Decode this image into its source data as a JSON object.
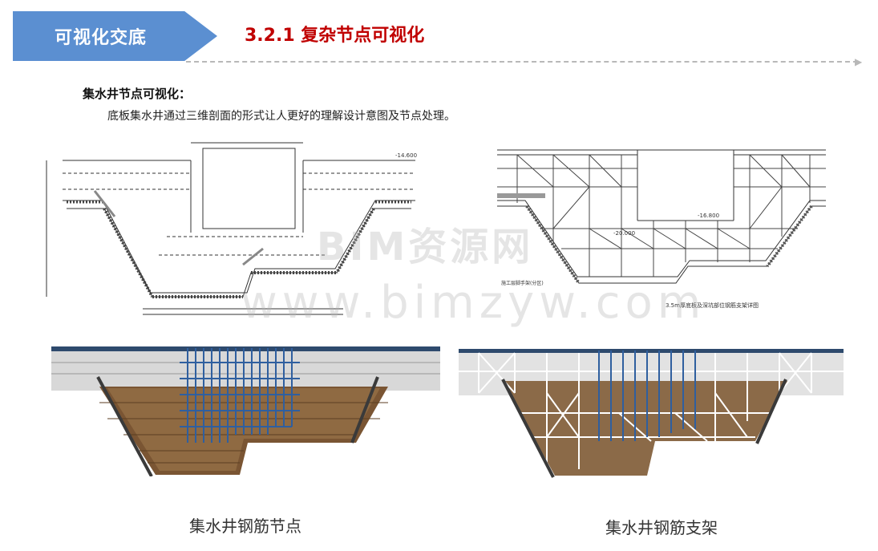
{
  "header": {
    "tag_label": "可视化交底",
    "section_title": "3.2.1  复杂节点可视化"
  },
  "content": {
    "sub_heading": "集水井节点可视化：",
    "description": "底板集水井通过三维剖面的形式让人更好的理解设计意图及节点处理。"
  },
  "drawings": {
    "left_dim_top": "-14.600",
    "right_dim_top": "-16.800",
    "right_dim_mid": "-20.000",
    "right_note_1": "施工层脚手架(分区)",
    "right_note_2": "3.5m厚底板及深坑部位钢筋支架详图"
  },
  "captions": {
    "left": "集水井钢筋节点",
    "right": "集水井钢筋支架"
  },
  "watermark": {
    "line1": "BIM资源网",
    "line2": "www.bimzyw.com"
  }
}
